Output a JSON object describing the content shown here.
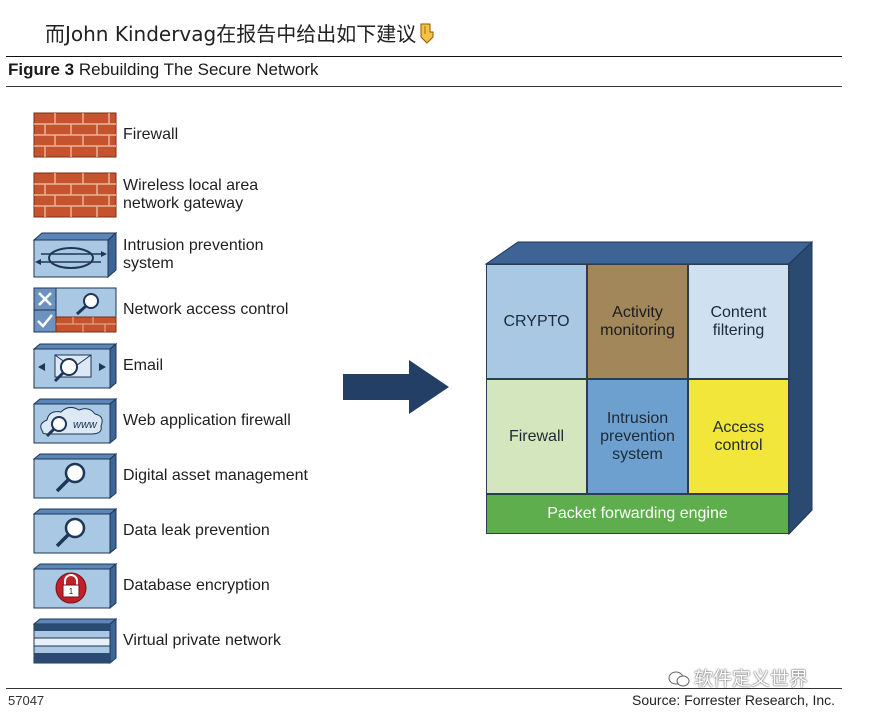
{
  "header": {
    "text": "而John Kindervag在报告中给出如下建议",
    "emoji_icon": "pointing-down-hand-icon"
  },
  "figure": {
    "label": "Figure 3",
    "title": "Rebuilding The Secure Network"
  },
  "legend": [
    {
      "label": "Firewall",
      "icon": "brick-wall-icon"
    },
    {
      "label": "Wireless local area\nnetwork gateway",
      "icon": "brick-wall-icon"
    },
    {
      "label": "Intrusion prevention\nsystem",
      "icon": "intrusion-prevention-icon"
    },
    {
      "label": "Network access control",
      "icon": "network-access-control-icon"
    },
    {
      "label": "Email",
      "icon": "email-magnifier-icon"
    },
    {
      "label": "Web application firewall",
      "icon": "web-cloud-icon"
    },
    {
      "label": "Digital asset management",
      "icon": "magnifier-icon"
    },
    {
      "label": "Data leak prevention",
      "icon": "magnifier-icon"
    },
    {
      "label": "Database encryption",
      "icon": "padlock-icon"
    },
    {
      "label": "Virtual private network",
      "icon": "vpn-tunnel-icon"
    }
  ],
  "cube": {
    "cells": {
      "crypto": "CRYPTO",
      "activity": "Activity\nmonitoring",
      "content": "Content\nfiltering",
      "firewall": "Firewall",
      "ips": "Intrusion\nprevention\nsystem",
      "access": "Access\ncontrol",
      "engine": "Packet forwarding engine"
    },
    "colors": {
      "crypto": "#a9c8e4",
      "activity": "#a1875a",
      "content": "#cfe0f1",
      "firewall": "#d3e6bd",
      "ips": "#6da0cf",
      "access": "#f3e63a",
      "engine": "#5fae4d",
      "frame": "#2b4a72"
    }
  },
  "arrow_icon": "right-arrow-icon",
  "footer": {
    "id": "57047",
    "source": "Source: Forrester Research, Inc."
  },
  "watermark": "软件定义世界"
}
